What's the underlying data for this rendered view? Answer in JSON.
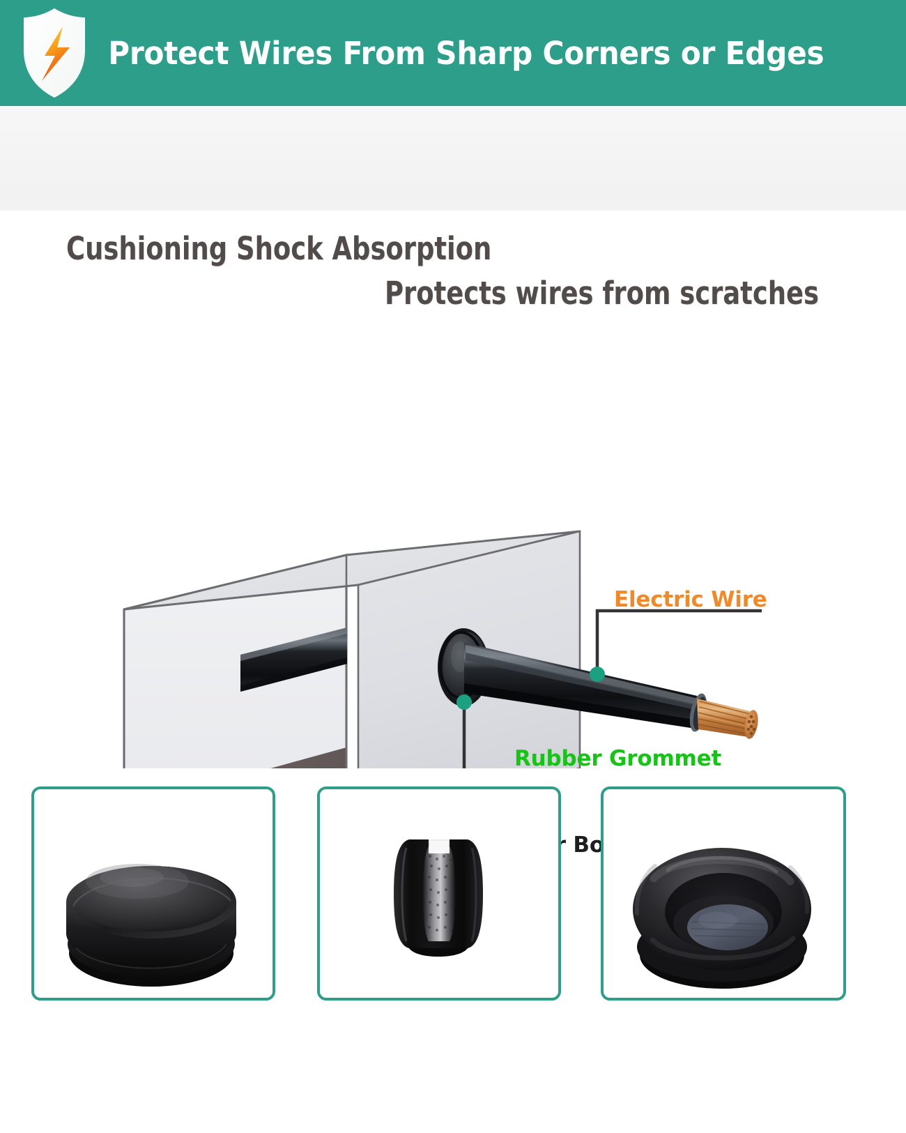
{
  "header": {
    "title": "Protect Wires From Sharp Corners or Edges",
    "icon": "shield-lightning-icon",
    "background_color": "#2C9E89",
    "text_color": "#FFFFFF"
  },
  "subheading": {
    "line1": "Cushioning  Shock Absorption",
    "line2": "Protects wires from scratches",
    "text_color": "#514C4A",
    "background_color": "#F4F4F4"
  },
  "diagram": {
    "name": "grommet-in-metal-box-illustration",
    "callouts": [
      {
        "id": "electric-wire",
        "label": "Electric Wire",
        "color": "#F08A28",
        "anchor_name": "wire-anchor-dot"
      },
      {
        "id": "rubber-grommet",
        "label": "Rubber Grommet",
        "color": "#16C416",
        "anchor_name": "grommet-anchor-dot"
      },
      {
        "id": "metal-power-box",
        "label": "Metal Power Box",
        "color": "#1E1E1E",
        "anchor_name": "box-anchor-dot"
      }
    ],
    "anchor_dot_color": "#1BA081",
    "leader_line_color": "#333333",
    "box_face_color": "#DCDDE1",
    "box_top_color": "#E2E3E7",
    "box_interior_color": "#6B6060",
    "wire_jacket_color": "#1A1A1A",
    "copper_color": "#C47A3C"
  },
  "product_panels": {
    "border_color": "#2C9E89",
    "items": [
      {
        "id": "grommet-top-view",
        "name": "rubber-grommet-top-view-photo"
      },
      {
        "id": "grommet-side-view",
        "name": "rubber-grommet-side-profile-photo"
      },
      {
        "id": "grommet-angled-view",
        "name": "rubber-grommet-angled-view-photo"
      }
    ]
  }
}
